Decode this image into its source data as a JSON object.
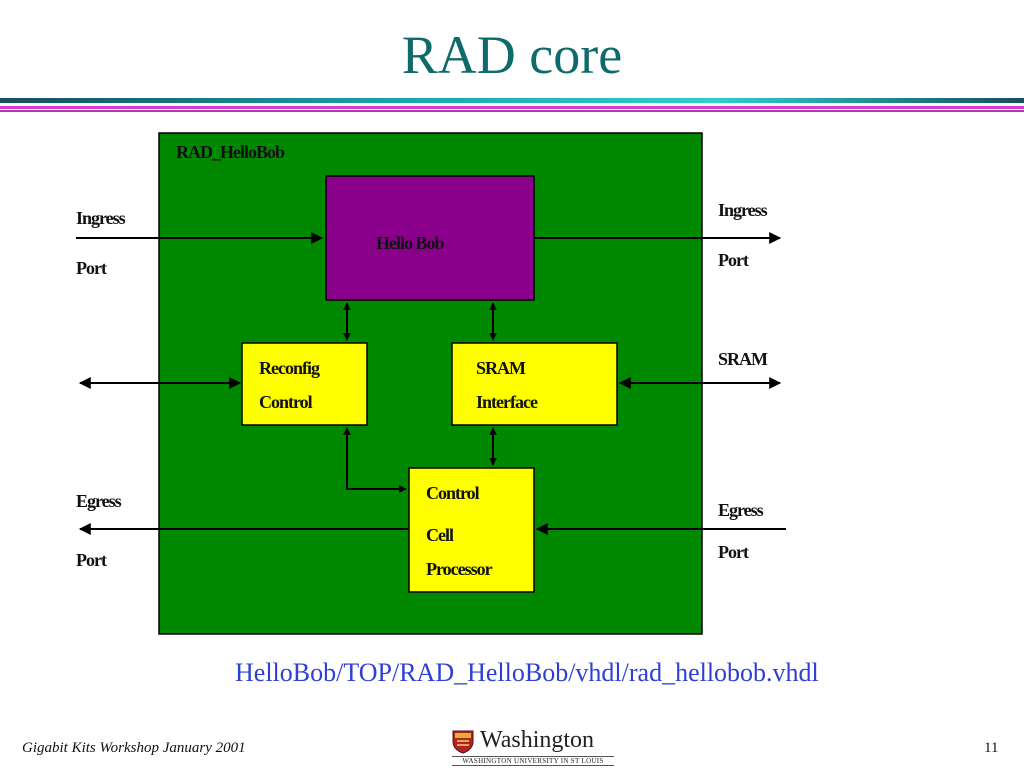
{
  "slide": {
    "title": "RAD core",
    "file_path": "HelloBob/TOP/RAD_HelloBob/vhdl/rad_hellobob.vhdl",
    "footer_left": "Gigabit Kits Workshop January 2001",
    "page_number": "11"
  },
  "logo": {
    "name": "Washington",
    "subtitle": "WASHINGTON UNIVERSITY IN ST LOUIS"
  },
  "diagram": {
    "container_label": "RAD_HelloBob",
    "hello_bob": "Hello Bob",
    "reconfig": {
      "line1": "Reconfig",
      "line2": "Control"
    },
    "sram_interface": {
      "line1": "SRAM",
      "line2": "Interface"
    },
    "ccp": {
      "line1": "Control",
      "line2": "Cell",
      "line3": "Processor"
    },
    "ingress_in": {
      "line1": "Ingress",
      "line2": "Port"
    },
    "ingress_out": {
      "line1": "Ingress",
      "line2": "Port"
    },
    "egress_out": {
      "line1": "Egress",
      "line2": "Port"
    },
    "egress_in": {
      "line1": "Egress",
      "line2": "Port"
    },
    "sram_port": "SRAM",
    "colors": {
      "container": "#008800",
      "hello_bob": "#8b008b",
      "sub_block": "#ffff00",
      "title": "#0f6b6b",
      "file_path": "#2d3fd6"
    }
  }
}
